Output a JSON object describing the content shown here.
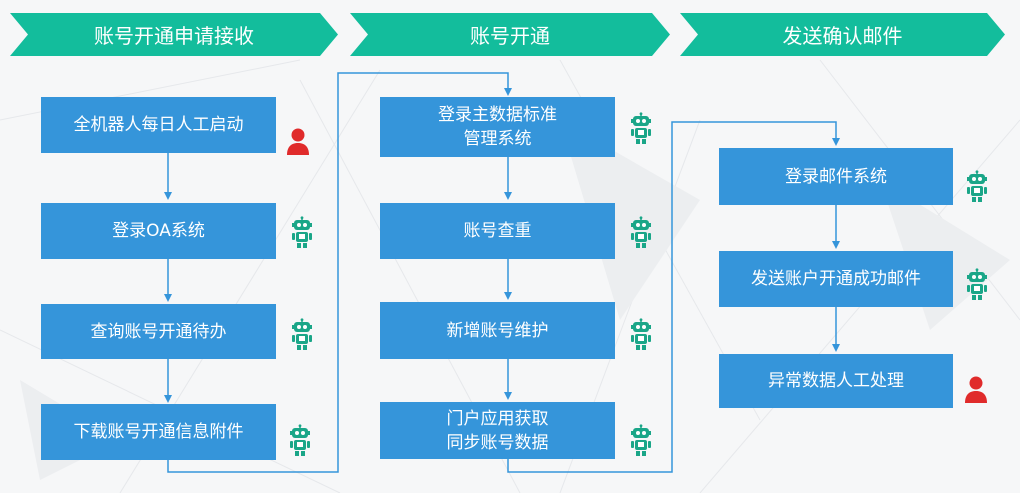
{
  "colors": {
    "banner": "#13bd9c",
    "box": "#3595da",
    "line": "#3595da",
    "robot_icon": "#1aa688",
    "person_icon": "#e02b2b"
  },
  "stages": [
    {
      "title": "账号开通申请接收",
      "steps": [
        {
          "label": "全机器人每日人工启动",
          "icon": "person-icon"
        },
        {
          "label": "登录OA系统",
          "icon": "robot-icon"
        },
        {
          "label": "查询账号开通待办",
          "icon": "robot-icon"
        },
        {
          "label": "下载账号开通信息附件",
          "icon": "robot-icon"
        }
      ]
    },
    {
      "title": "账号开通",
      "steps": [
        {
          "label": "登录主数据标准\n管理系统",
          "icon": "robot-icon"
        },
        {
          "label": "账号查重",
          "icon": "robot-icon"
        },
        {
          "label": "新增账号维护",
          "icon": "robot-icon"
        },
        {
          "label": "门户应用获取\n同步账号数据",
          "icon": "robot-icon"
        }
      ]
    },
    {
      "title": "发送确认邮件",
      "steps": [
        {
          "label": "登录邮件系统",
          "icon": "robot-icon"
        },
        {
          "label": "发送账户开通成功邮件",
          "icon": "robot-icon"
        },
        {
          "label": "异常数据人工处理",
          "icon": "person-icon"
        }
      ]
    }
  ]
}
